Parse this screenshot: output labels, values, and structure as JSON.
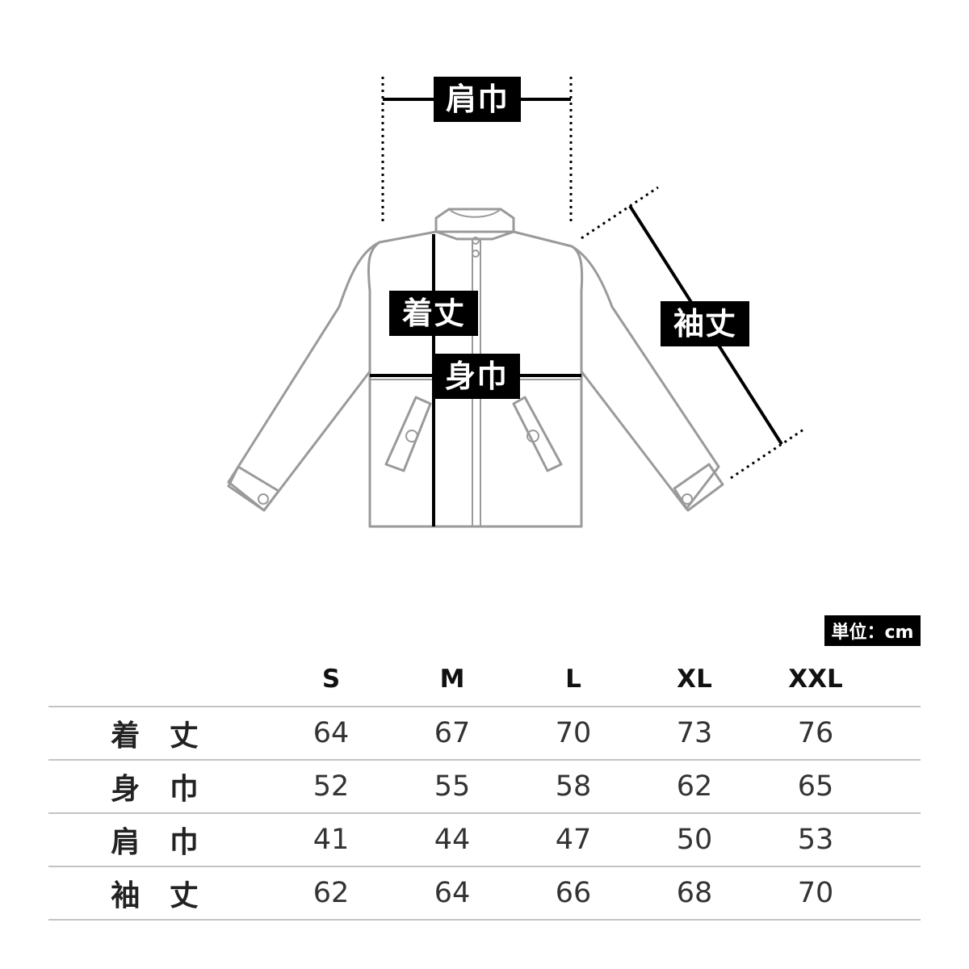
{
  "diagram": {
    "labels": {
      "shoulder": "肩巾",
      "length": "着丈",
      "chest": "身巾",
      "sleeve": "袖丈"
    }
  },
  "unit_label": "単位：cm",
  "table": {
    "columns": [
      "S",
      "M",
      "L",
      "XL",
      "XXL"
    ],
    "rows": [
      {
        "label": "着 丈",
        "values": [
          "64",
          "67",
          "70",
          "73",
          "76"
        ]
      },
      {
        "label": "身 巾",
        "values": [
          "52",
          "55",
          "58",
          "62",
          "65"
        ]
      },
      {
        "label": "肩 巾",
        "values": [
          "41",
          "44",
          "47",
          "50",
          "53"
        ]
      },
      {
        "label": "袖 丈",
        "values": [
          "62",
          "64",
          "66",
          "68",
          "70"
        ]
      }
    ]
  },
  "colors": {
    "garment_outline": "#9a9a9a",
    "measure_line": "#000000",
    "table_rule": "#c4c4c4"
  }
}
